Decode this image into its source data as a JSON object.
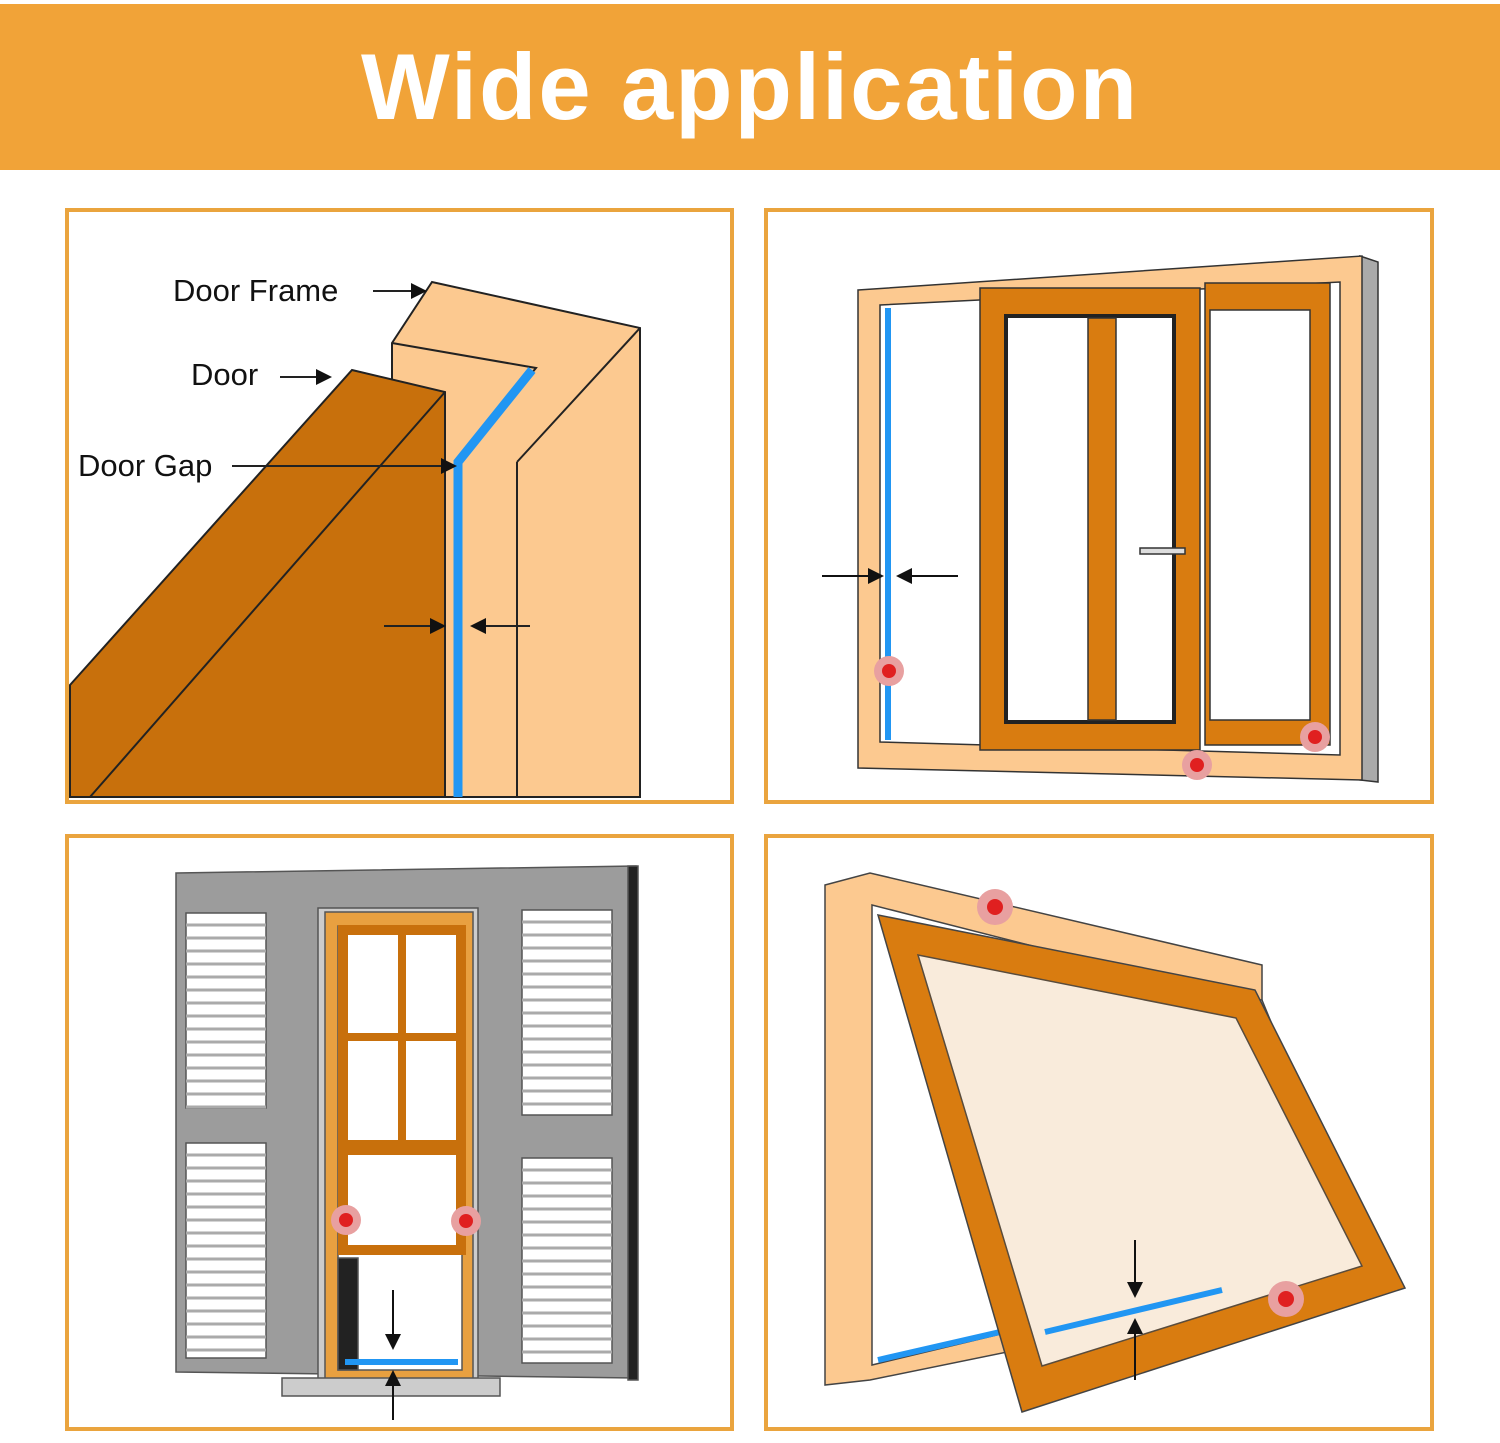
{
  "header": {
    "title": "Wide application"
  },
  "panels": {
    "door": {
      "labels": {
        "door_frame": "Door Frame",
        "door": "Door",
        "door_gap": "Door Gap"
      }
    },
    "sliding_window": {},
    "shuttered_window": {},
    "awning_window": {}
  },
  "colors": {
    "accent": "#f1a338",
    "seal": "#2196f3",
    "wood_dark": "#c8700c",
    "wood_light": "#fcc990",
    "marker": "#e02020"
  }
}
